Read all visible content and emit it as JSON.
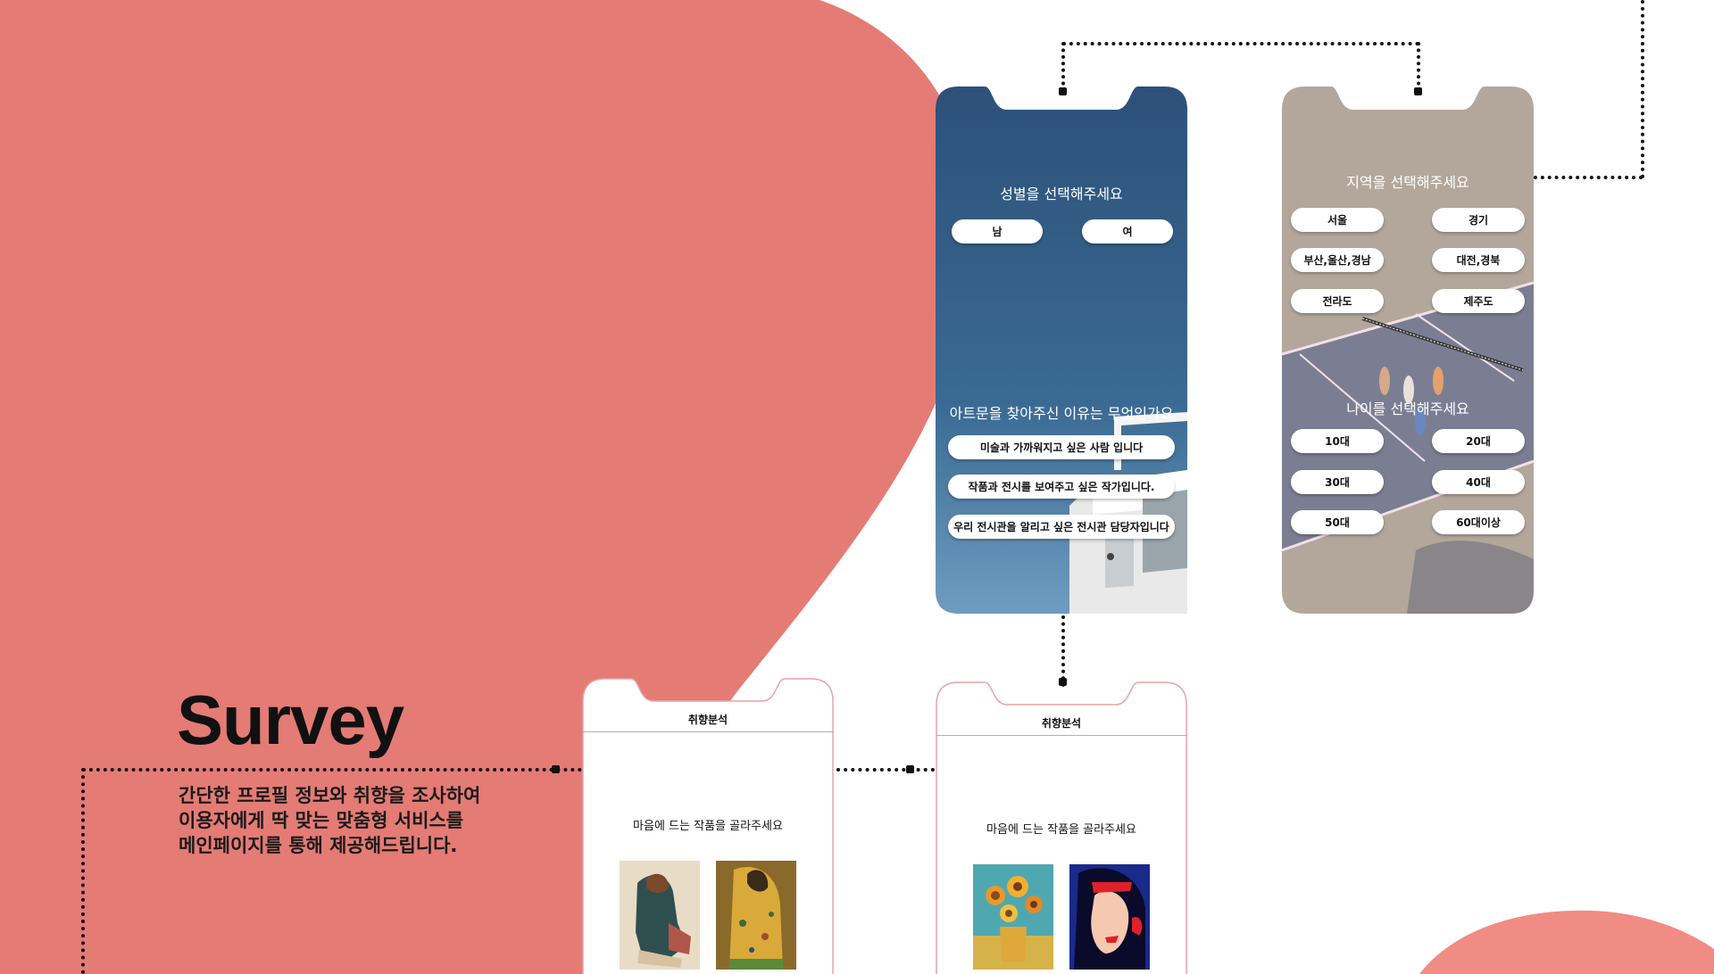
{
  "intro": {
    "title": "Survey",
    "description_lines": [
      "간단한 프로필 정보와 취향을  조사하여",
      "이용자에게 딱 맞는 맞춤형 서비스를",
      "메인페이지를 통해 제공해드립니다."
    ]
  },
  "colors": {
    "coral": "#e57b75",
    "navy": "#2f5a86",
    "taupe": "#b3a79c",
    "card_border": "#e8a3a3",
    "connector": "#111111"
  },
  "gender_screen": {
    "question": "성별을 선택해주세요",
    "options": [
      "남",
      "여"
    ],
    "reason_question": "아트문을 찾아주신 이유는 무엇인가요",
    "reasons": [
      "미술과 가까워지고 싶은 사람 입니다",
      "작품과 전시를 보여주고 싶은 작가입니다.",
      "우리 전시관을 알리고 싶은 전시관 담당자입니다"
    ]
  },
  "region_screen": {
    "question": "지역을 선택해주세요",
    "regions": [
      "서울",
      "경기",
      "부산,울산,경남",
      "대전,경북",
      "전라도",
      "제주도"
    ],
    "age_question": "나이를 선택해주세요",
    "ages": [
      "10대",
      "20대",
      "30대",
      "40대",
      "50대",
      "60대이상"
    ]
  },
  "taste_card_1": {
    "header": "취향분석",
    "question": "마음에 드는 작품을 골라주세요",
    "artworks": [
      "seated-figure-painting",
      "golden-embrace-painting"
    ]
  },
  "taste_card_2": {
    "header": "취향분석",
    "question": "마음에 드는 작품을 골라주세요",
    "artworks": [
      "sunflowers-painting",
      "pop-art-heroine"
    ]
  }
}
